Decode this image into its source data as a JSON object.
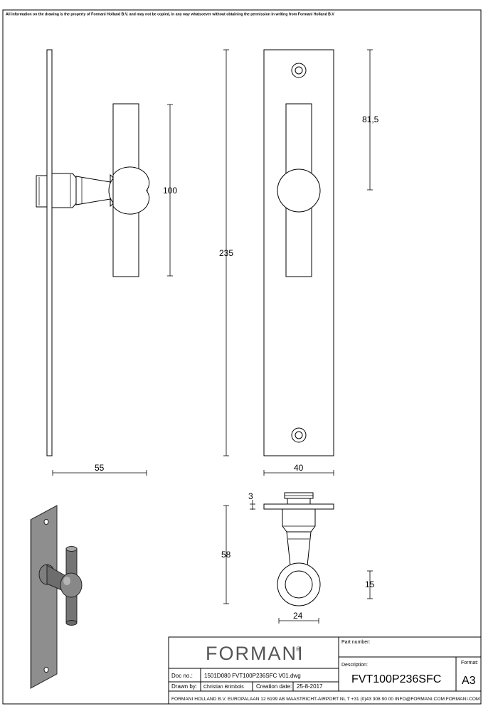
{
  "notice": "All information on the drawing is the property of Formani Holland B.V. and may not be copied, in any way whatsoever without obtaining the permission in writing from Formani Holland B.V",
  "dimensions": {
    "handle_length": "100",
    "plate_height": "235",
    "spindle_position": "81,5",
    "projection": "55",
    "plate_width": "40",
    "plate_thickness": "3",
    "rose_depth": "58",
    "ring_thickness": "15",
    "ring_diameter": "24"
  },
  "title_block": {
    "brand": "FORMANI",
    "brand_mark": "®",
    "doc_no_label": "Doc no.:",
    "doc_no": "1501D080 FVT100P236SFC V01.dwg",
    "drawn_by_label": "Drawn by:",
    "drawn_by": "Christian Brimbols",
    "creation_date_label": "Creation date:",
    "creation_date": "25-8-2017",
    "part_number_label": "Part number:",
    "part_number": "",
    "description_label": "Description:",
    "description": "FVT100P236SFC",
    "format_label": "Format:",
    "format": "A3",
    "footer": "FORMANI HOLLAND B.V.  EUROPALAAN 12  6199 AB MAASTRICHT-AIRPORT NL  T +31 (0)43 308 90 00 INFO@FORMANI.COM FORMANI.COM"
  }
}
